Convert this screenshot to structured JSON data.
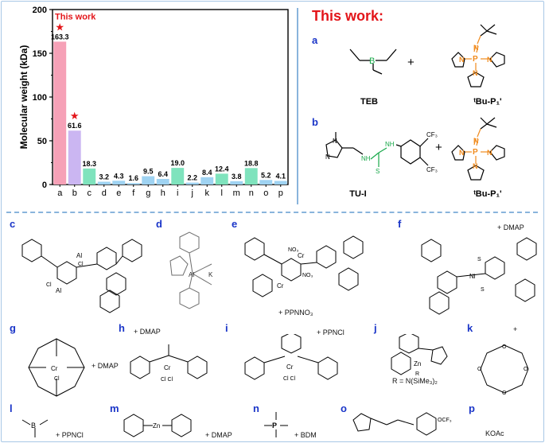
{
  "chart_data": {
    "type": "bar",
    "categories": [
      "a",
      "b",
      "c",
      "d",
      "e",
      "f",
      "g",
      "h",
      "i",
      "j",
      "k",
      "l",
      "m",
      "n",
      "o",
      "p"
    ],
    "values": [
      163.3,
      61.6,
      18.3,
      3.2,
      4.3,
      1.6,
      9.5,
      6.4,
      19.0,
      2.2,
      8.4,
      12.4,
      3.8,
      18.8,
      5.2,
      4.1
    ],
    "value_labels": [
      "163.3",
      "61.6",
      "18.3",
      "3.2",
      "4.3",
      "1.6",
      "9.5",
      "6.4",
      "19.0",
      "2.2",
      "8.4",
      "12.4",
      "3.8",
      "18.8",
      "5.2",
      "4.1"
    ],
    "bar_colors": [
      "#f6a1b7",
      "#cbb6f2",
      "#7fe3bd",
      "#9fd3f2",
      "#9fd3f2",
      "#9fd3f2",
      "#9fd3f2",
      "#9fd3f2",
      "#7fe3bd",
      "#9fd3f2",
      "#9fd3f2",
      "#7fe3bd",
      "#9fd3f2",
      "#7fe3bd",
      "#9fd3f2",
      "#9fd3f2"
    ],
    "ylabel": "Molecular weight (kDa)",
    "ylim": [
      0,
      200
    ],
    "yticks": [
      0,
      50,
      100,
      150,
      200
    ],
    "annotation": "This work",
    "starred": [
      "a",
      "b"
    ],
    "star_color": "#e3151a"
  },
  "right_panel": {
    "title": "This work:",
    "a": {
      "label": "a",
      "plus": "+",
      "left_name": "TEB",
      "right_name": "ᵗBu-P₁'"
    },
    "b": {
      "label": "b",
      "plus": "+",
      "left_name": "TU-I",
      "right_name": "ᵗBu-P₁'"
    }
  },
  "catalysts": {
    "c": {
      "label": "c",
      "note": ""
    },
    "d": {
      "label": "d",
      "note": ""
    },
    "e": {
      "label": "e",
      "note": "+ PPNNO₃"
    },
    "f": {
      "label": "f",
      "note": "+ DMAP"
    },
    "g": {
      "label": "g",
      "note": "+ DMAP"
    },
    "h": {
      "label": "h",
      "note": "+ DMAP"
    },
    "i": {
      "label": "i",
      "note": "+ PPNCl"
    },
    "j": {
      "label": "j",
      "note": "R = N(SiMe₃)₂"
    },
    "k": {
      "label": "k",
      "note": "+"
    },
    "l": {
      "label": "l",
      "note": "+ PPNCl"
    },
    "m": {
      "label": "m",
      "note": "+ DMAP"
    },
    "n": {
      "label": "n",
      "note": "+ BDM"
    },
    "o": {
      "label": "o",
      "note": ""
    },
    "p": {
      "label": "p",
      "note": "KOAc"
    }
  },
  "colors": {
    "accent_blue": "#1a35c8",
    "accent_red": "#e3151a",
    "separator": "#89b4dc",
    "boron_green": "#19a84a",
    "phosphazene_orange": "#f08a1c"
  }
}
